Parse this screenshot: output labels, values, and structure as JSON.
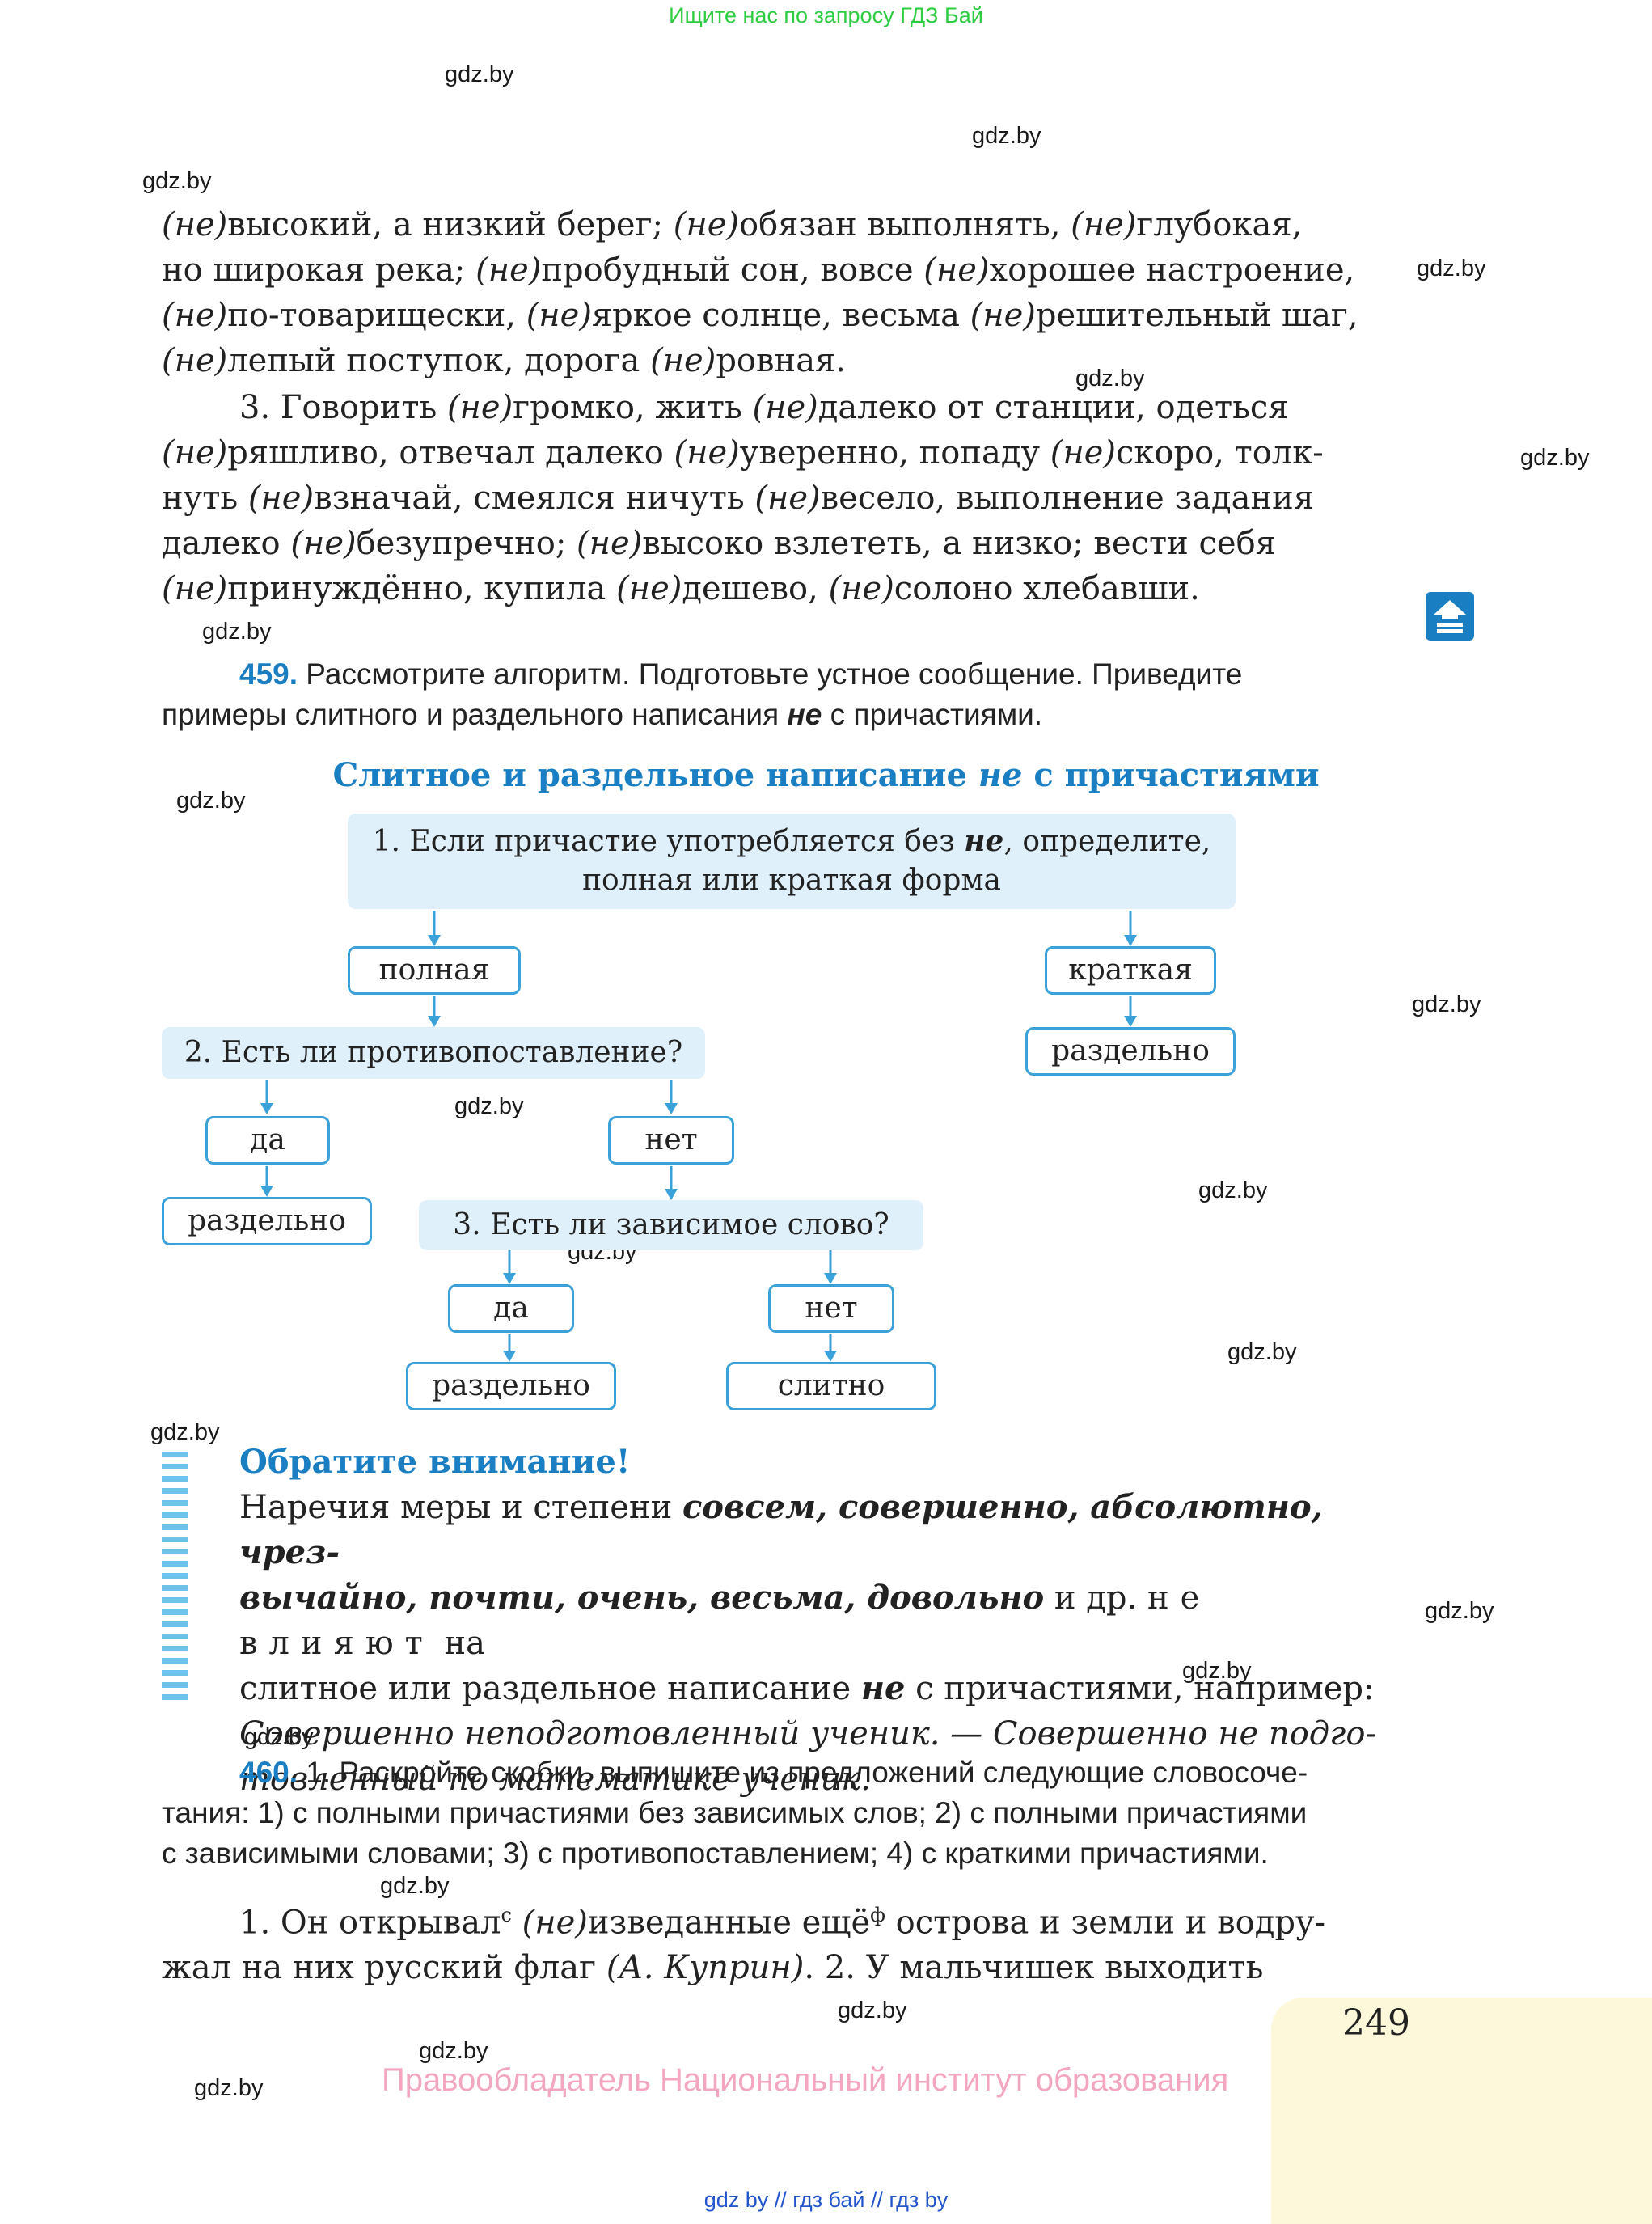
{
  "top_note": "Ищите нас по запросу ГДЗ Бай",
  "watermark": "gdz.by",
  "section2": {
    "line1": [
      [
        "(не)",
        true
      ],
      [
        "высокий, а низкий берег; ",
        false
      ],
      [
        "(не)",
        true
      ],
      [
        "обязан выполнять, ",
        false
      ],
      [
        "(не)",
        true
      ],
      [
        "глубокая,",
        false
      ]
    ],
    "line2": [
      [
        "но широкая река; ",
        false
      ],
      [
        "(не)",
        true
      ],
      [
        "пробудный сон, вовсе ",
        false
      ],
      [
        "(не)",
        true
      ],
      [
        "хорошее настроение,",
        false
      ]
    ],
    "line3": [
      [
        "(не)",
        true
      ],
      [
        "по-товарищески, ",
        false
      ],
      [
        "(не)",
        true
      ],
      [
        "яркое солнце, весьма ",
        false
      ],
      [
        "(не)",
        true
      ],
      [
        "решительный шаг,",
        false
      ]
    ],
    "line4": [
      [
        "(не)",
        true
      ],
      [
        "лепый поступок, дорога ",
        false
      ],
      [
        "(не)",
        true
      ],
      [
        "ровная.",
        false
      ]
    ]
  },
  "section3": {
    "line1": [
      [
        "3. Говорить ",
        false
      ],
      [
        "(не)",
        true
      ],
      [
        "громко, жить ",
        false
      ],
      [
        "(не)",
        true
      ],
      [
        "далеко от станции, одеться",
        false
      ]
    ],
    "line2": [
      [
        "(не)",
        true
      ],
      [
        "ряшливо, отвечал далеко ",
        false
      ],
      [
        "(не)",
        true
      ],
      [
        "уверенно, попаду ",
        false
      ],
      [
        "(не)",
        true
      ],
      [
        "скоро, толк-",
        false
      ]
    ],
    "line3": [
      [
        "нуть ",
        false
      ],
      [
        "(не)",
        true
      ],
      [
        "взначай, смеялся ничуть ",
        false
      ],
      [
        "(не)",
        true
      ],
      [
        "весело, выполнение задания",
        false
      ]
    ],
    "line4": [
      [
        "далеко ",
        false
      ],
      [
        "(не)",
        true
      ],
      [
        "безупречно; ",
        false
      ],
      [
        "(не)",
        true
      ],
      [
        "высоко взлететь, а низко; вести себя",
        false
      ]
    ],
    "line5": [
      [
        "(не)",
        true
      ],
      [
        "принуждённо, купила ",
        false
      ],
      [
        "(не)",
        true
      ],
      [
        "дешево, ",
        false
      ],
      [
        "(не)",
        true
      ],
      [
        "солоно хлебавши.",
        false
      ]
    ]
  },
  "task459": {
    "number": "459.",
    "text1": " Рассмотрите алгоритм. Подготовьте устное сообщение. Приведите",
    "text2a": "примеры слитного и раздельного написания ",
    "text2b": "не",
    "text2c": " с причастиями."
  },
  "scheme": {
    "title_a": "Слитное и раздельное написание ",
    "title_b": "не",
    "title_c": " с причастиями",
    "step1_a": "1. Если причастие употребляется без ",
    "step1_b": "не",
    "step1_c": ", определите,",
    "step1_line2": "полная или краткая форма",
    "full": "полная",
    "short": "краткая",
    "separately": "раздельно",
    "step2": "2. Есть ли противопоставление?",
    "yes": "да",
    "no": "нет",
    "step3": "3. Есть ли зависимое слово?",
    "together": "слитно"
  },
  "attention": {
    "title": "Обратите внимание!",
    "line1a": "Наречия меры и степени ",
    "line1b": "совсем, совершенно, абсолютно, чрез-",
    "line2a": "вычайно, почти, очень, весьма, довольно",
    "line2b": " и др. ",
    "line2c": "не влияют",
    "line2d": " на",
    "line3a": "слитное или раздельное написание ",
    "line3b": "не",
    "line3c": " с причастиями, например:",
    "line4": "Совершенно неподготовленный ученик. — Совершенно не подго-",
    "line5": "товленный по математике ученик."
  },
  "task460": {
    "number": "460.",
    "line1": " 1. Раскройте скобки, выпишите из предложений следующие словосоче-",
    "line2": "тания: 1) с полными причастиями без зависимых слов; 2) с полными причастиями",
    "line3": "с зависимыми словами; 3) с противопоставлением; 4) с краткими причастиями."
  },
  "exercise": {
    "line1a": "1. Он открывал",
    "sup1": "с",
    "line1b": " ",
    "line1c": "(не)",
    "line1d": "изведанные ещё",
    "sup2": "ф",
    "line1e": " острова и земли и водру-",
    "line2a": "жал на них русский флаг ",
    "line2b": "(А. Куприн)",
    "line2c": ". 2. У мальчишек выходить"
  },
  "page_number": "249",
  "copyright": "Правообладатель Национальный институт образования",
  "bottom_links": "gdz by  //  гдз бай  //  гдз by",
  "colors": {
    "accent": "#1a7fc2",
    "box_fill": "#dff0fa",
    "box_border": "#3aa2d8",
    "top_note": "#2ecc40",
    "copyright": "#f3a6bf",
    "page_bg_corner": "#fdf8d9"
  }
}
